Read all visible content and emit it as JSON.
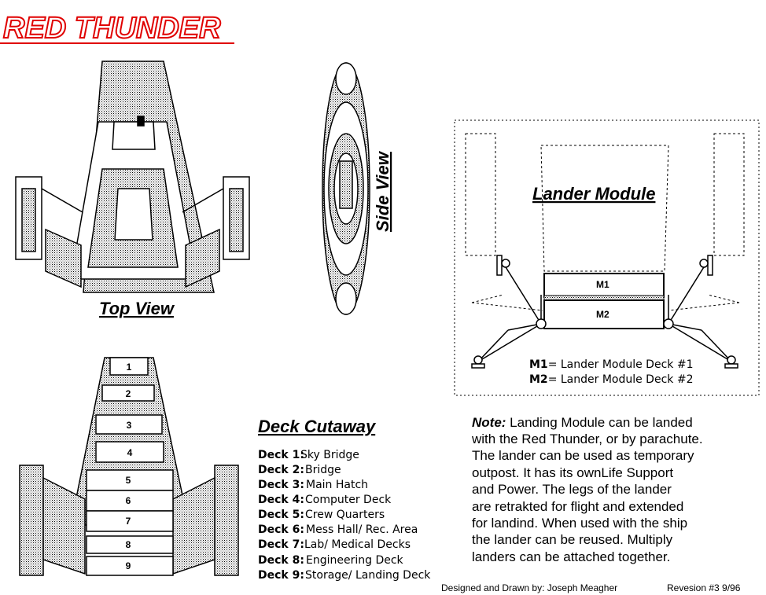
{
  "title": "RED THUNDER",
  "colors": {
    "title": "#e00000",
    "ink": "#000000",
    "hatch": "#bbbbbb"
  },
  "labels": {
    "top_view": "Top View",
    "side_view": "Side View",
    "lander_module": "Lander Module",
    "deck_cutaway": "Deck Cutaway"
  },
  "lander": {
    "m1": "M1",
    "m2": "M2",
    "legend": [
      {
        "key": "M1",
        "text": "= Lander Module Deck #1"
      },
      {
        "key": "M2",
        "text": "= Lander Module Deck #2"
      }
    ]
  },
  "deck_numbers": [
    "1",
    "2",
    "3",
    "4",
    "5",
    "6",
    "7",
    "8",
    "9"
  ],
  "decks": [
    {
      "key": "Deck 1:",
      "name": "Sky Bridge"
    },
    {
      "key": "Deck 2:",
      "name": "Bridge"
    },
    {
      "key": "Deck 3:",
      "name": "Main Hatch"
    },
    {
      "key": "Deck 4:",
      "name": "Computer Deck"
    },
    {
      "key": "Deck 5:",
      "name": "Crew Quarters"
    },
    {
      "key": "Deck 6:",
      "name": "Mess Hall/ Rec. Area"
    },
    {
      "key": "Deck 7:",
      "name": "Lab/ Medical Decks"
    },
    {
      "key": "Deck 8:",
      "name": "Engineering Deck"
    },
    {
      "key": "Deck 9:",
      "name": "Storage/ Landing Deck"
    }
  ],
  "note": {
    "label": "Note:",
    "lines": [
      " Landing Module can be landed",
      "with the Red Thunder, or by parachute.",
      "The lander can be used as temporary",
      "outpost. It has its ownLife Support",
      "and Power. The legs of the lander",
      "are retrakted for flight and extended",
      "for landind. When used with the ship",
      "the lander can be reused. Multiply",
      "landers can be attached together."
    ]
  },
  "footer": {
    "credit": "Designed and Drawn by: Joseph Meagher",
    "revision": "Revesion #3  9/96"
  }
}
